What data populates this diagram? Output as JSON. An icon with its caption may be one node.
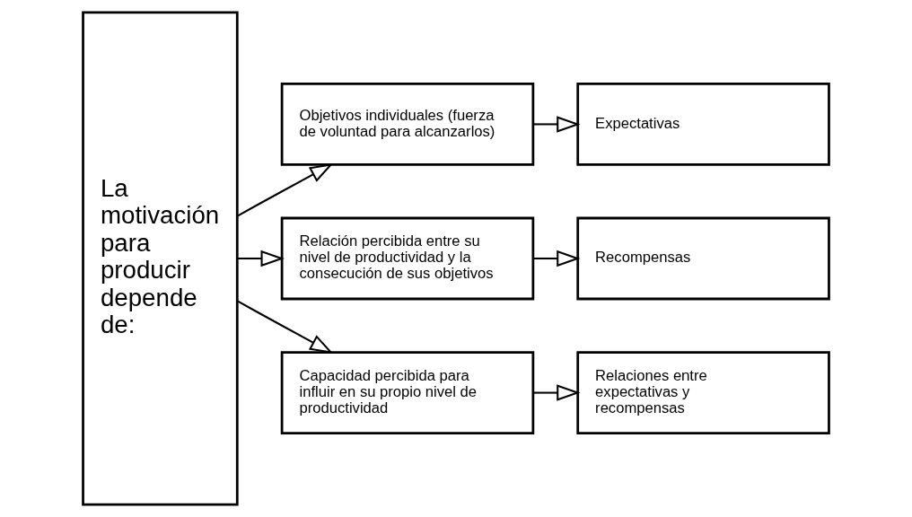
{
  "diagram": {
    "nodes": [
      {
        "text": [
          "La motivación para producir depende de:"
        ]
      },
      {
        "text": [
          "Objetivos individuales (fuerza de voluntad para alcanzarlos)"
        ]
      },
      {
        "text": [
          "Relación percibida entre su nivel de productividad y la consecución de sus objetivos"
        ]
      },
      {
        "text": [
          "Capacidad percibida para influir en su propio nivel de productividad"
        ]
      },
      {
        "text": [
          "Expectativas"
        ]
      },
      {
        "text": [
          "Recompensas"
        ]
      },
      {
        "text": [
          "Relaciones entre expectativas y recompensas"
        ]
      }
    ],
    "edges": [
      {
        "from": 0,
        "to": 1,
        "arrow": "to"
      },
      {
        "from": 1,
        "to": 4,
        "arrow": "to"
      },
      {
        "from": 0,
        "to": 2,
        "arrow": "to"
      },
      {
        "from": 2,
        "to": 5,
        "arrow": "to"
      },
      {
        "from": 0,
        "to": 3,
        "arrow": "to"
      },
      {
        "from": 3,
        "to": 6,
        "arrow": "to"
      }
    ]
  }
}
